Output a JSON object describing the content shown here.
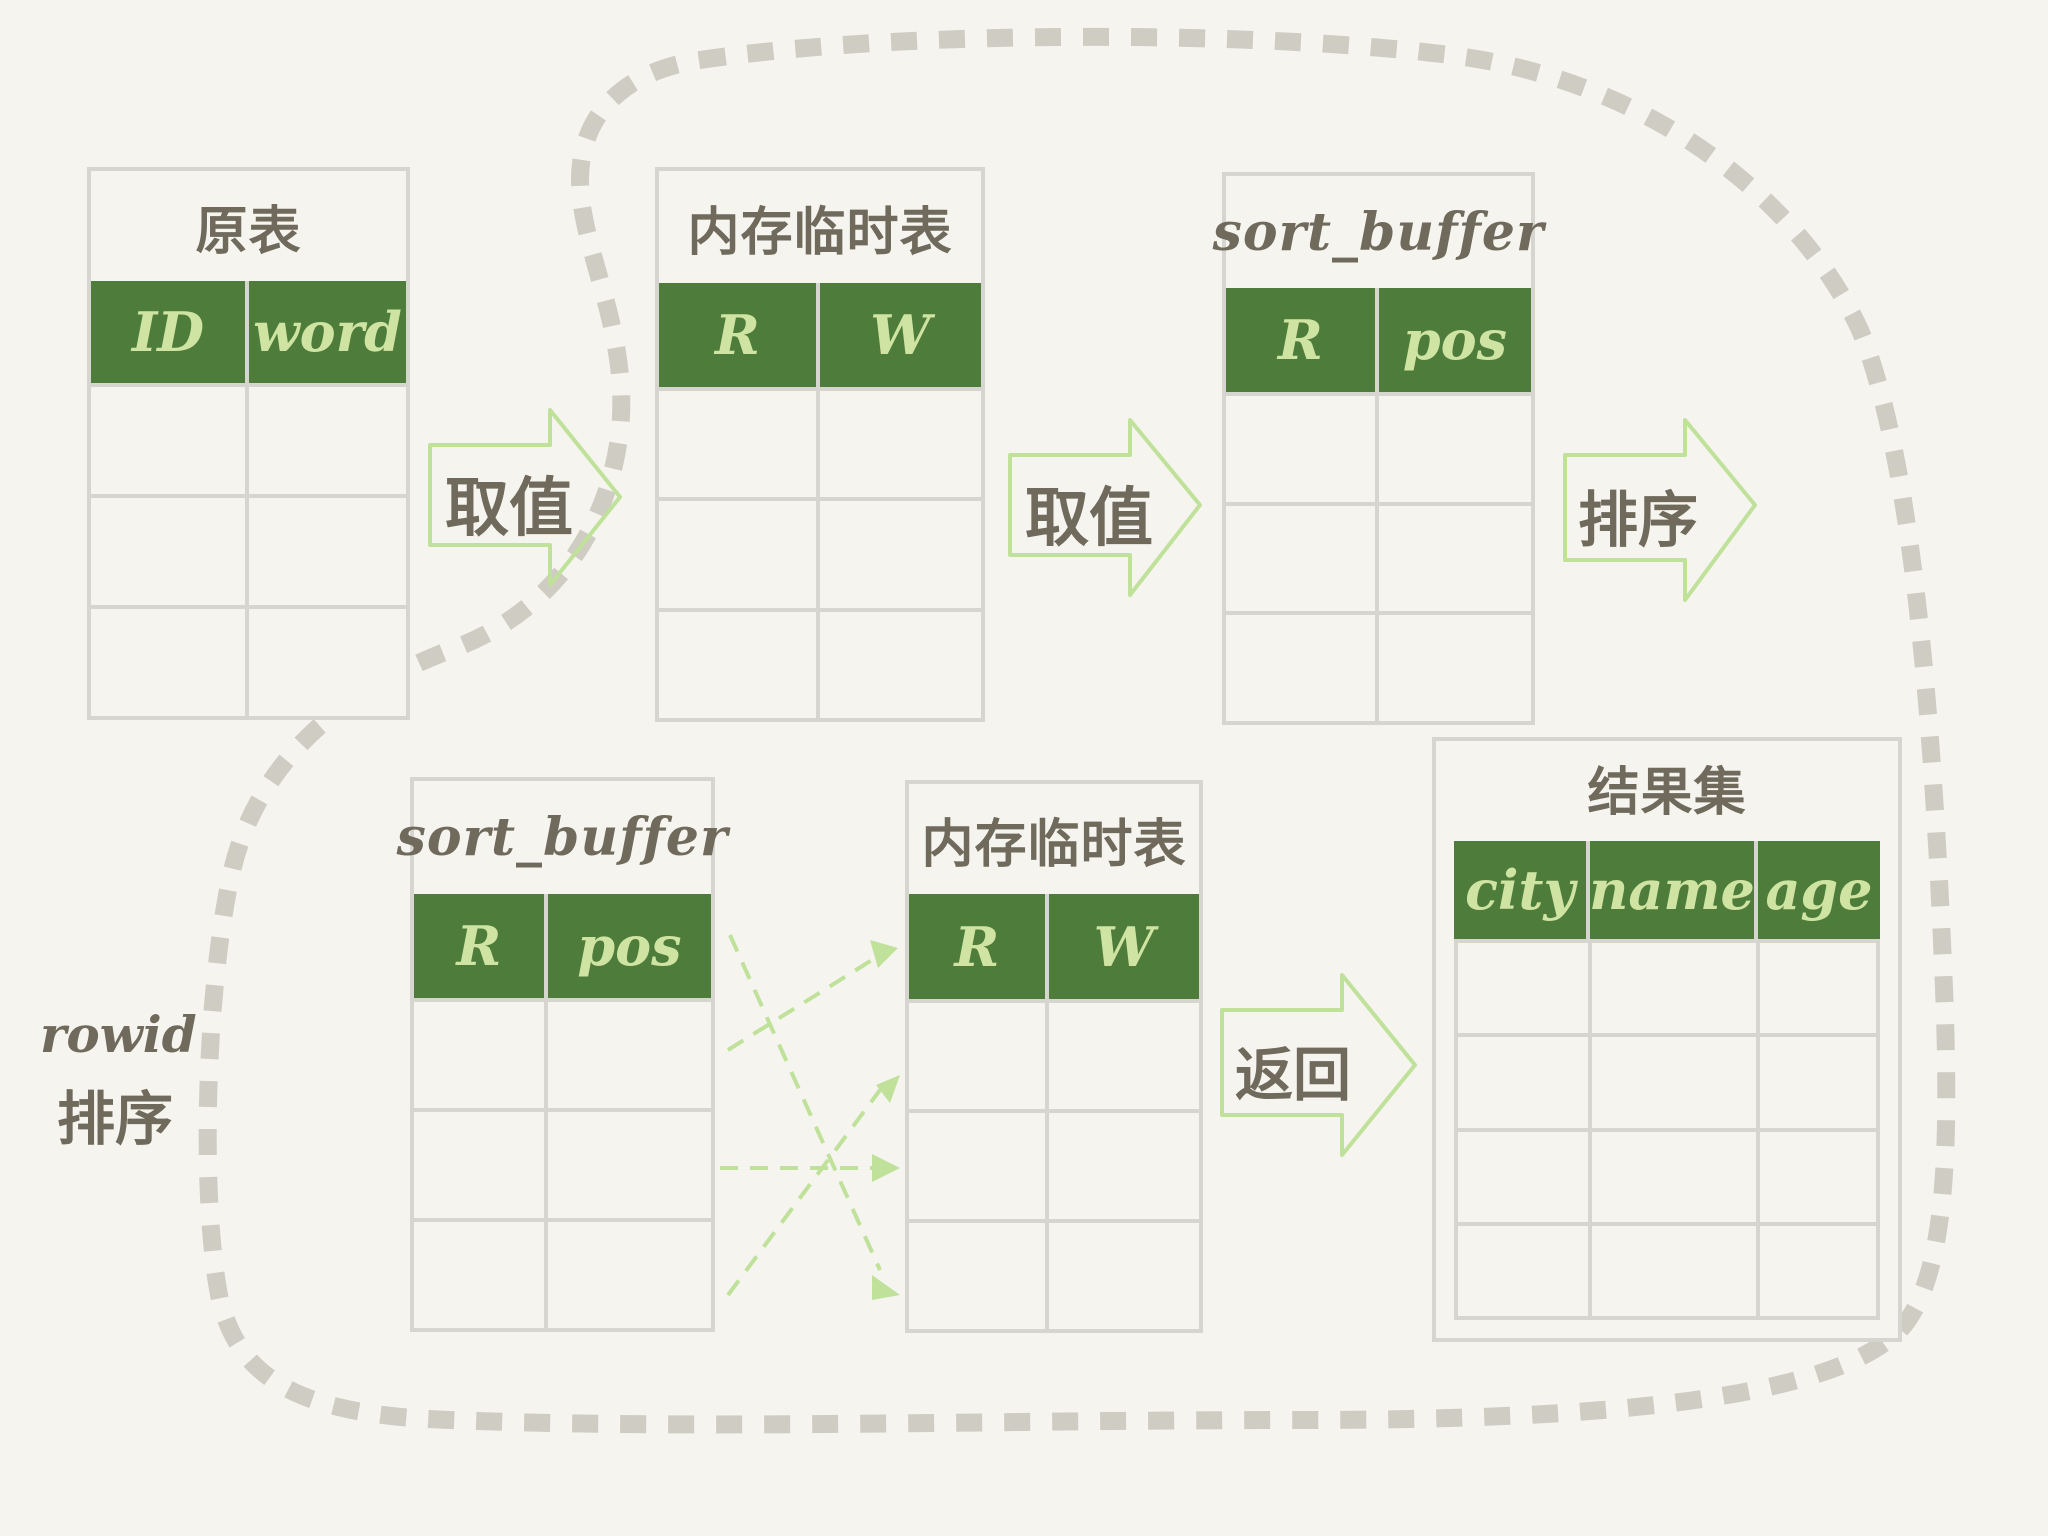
{
  "tables": {
    "source": {
      "title": "原表",
      "columns": [
        "ID",
        "word"
      ]
    },
    "mem_table_top": {
      "title": "内存临时表",
      "columns": [
        "R",
        "W"
      ]
    },
    "sort_buffer_top": {
      "title": "sort_buffer",
      "columns": [
        "R",
        "pos"
      ]
    },
    "sort_buffer_bottom": {
      "title": "sort_buffer",
      "columns": [
        "R",
        "pos"
      ]
    },
    "mem_table_bottom": {
      "title": "内存临时表",
      "columns": [
        "R",
        "W"
      ]
    },
    "result_set": {
      "title": "结果集",
      "columns": [
        "city",
        "name",
        "age"
      ]
    }
  },
  "arrows": {
    "fetch_1": "取值",
    "fetch_2": "取值",
    "sort": "排序",
    "return": "返回"
  },
  "side_label": {
    "line1": "rowid",
    "line2": "排序"
  },
  "colors": {
    "background": "#f5f4ef",
    "header_fill": "#4e7c3a",
    "header_text": "#cfe3a2",
    "grid": "#d6d5cf",
    "arrow": "#bfe19a",
    "text": "#6f6a5c",
    "dashed_boundary": "#cfccc4"
  }
}
